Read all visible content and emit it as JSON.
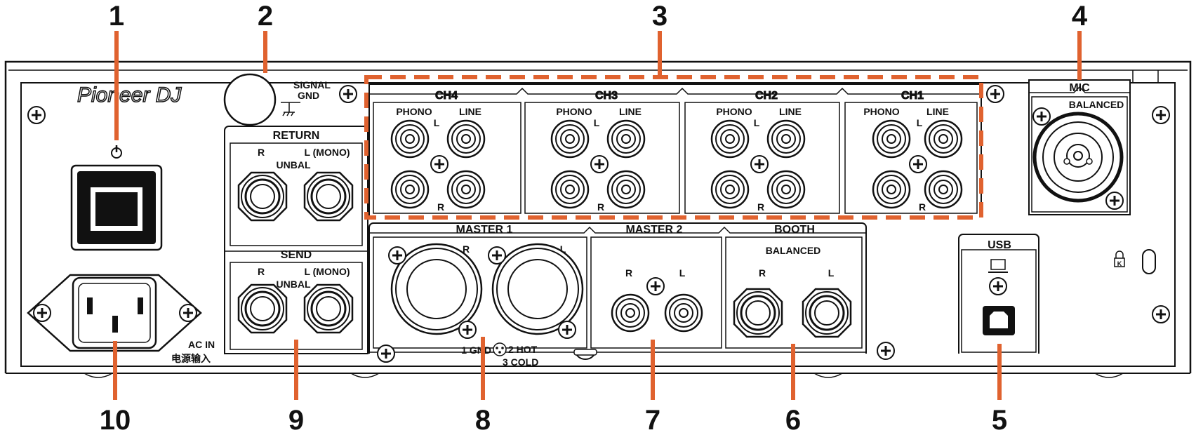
{
  "callouts": {
    "c1": "1",
    "c2": "2",
    "c3": "3",
    "c4": "4",
    "c5": "5",
    "c6": "6",
    "c7": "7",
    "c8": "8",
    "c9": "9",
    "c10": "10"
  },
  "brand": "Pioneer DJ",
  "labels": {
    "signal": "SIGNAL",
    "gnd": "GND",
    "return": "RETURN",
    "send": "SEND",
    "r": "R",
    "l": "L",
    "l_mono": "L (MONO)",
    "unbal": "UNBAL",
    "ch4": "CH4",
    "ch3": "CH3",
    "ch2": "CH2",
    "ch1": "CH1",
    "phono": "PHONO",
    "line": "LINE",
    "master1": "MASTER 1",
    "master2": "MASTER 2",
    "booth": "BOOTH",
    "balanced": "BALANCED",
    "mic": "MIC",
    "usb": "USB",
    "ac_in": "AC IN",
    "ac_in_cn": "电源输入",
    "gnd1": "1 GND",
    "hot2": "2 HOT",
    "cold3": "3 COLD"
  },
  "colors": {
    "accent": "#E0622F",
    "line": "#111111",
    "panel": "#FFFFFF"
  }
}
